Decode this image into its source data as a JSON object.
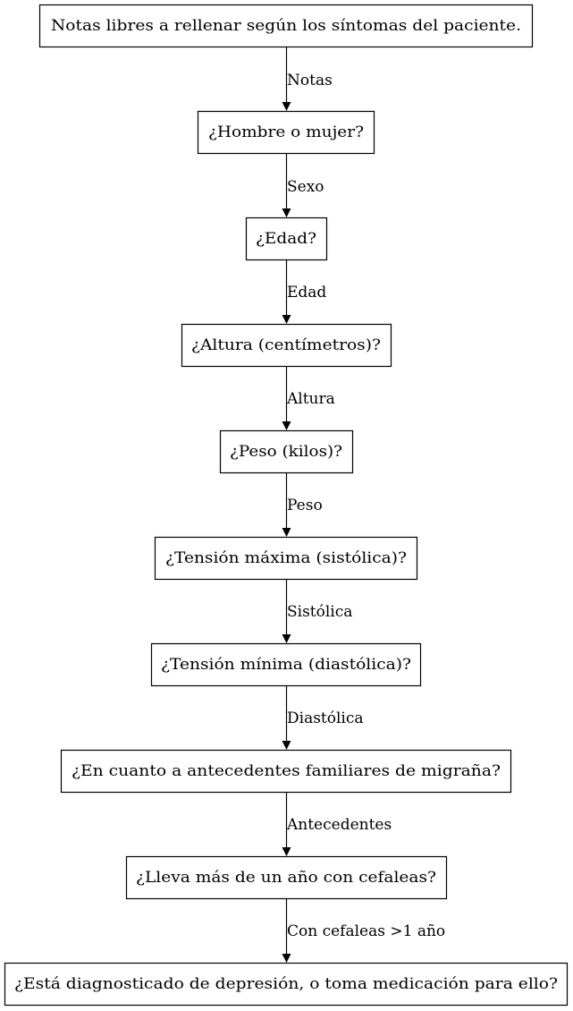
{
  "diagram": {
    "nodes": [
      {
        "id": "notas",
        "label": "Notas libres a rellenar según los síntomas del paciente."
      },
      {
        "id": "sexo",
        "label": "¿Hombre o mujer?"
      },
      {
        "id": "edad",
        "label": "¿Edad?"
      },
      {
        "id": "altura",
        "label": "¿Altura (centímetros)?"
      },
      {
        "id": "peso",
        "label": "¿Peso (kilos)?"
      },
      {
        "id": "sistolica",
        "label": "¿Tensión máxima (sistólica)?"
      },
      {
        "id": "diastolica",
        "label": "¿Tensión mínima (diastólica)?"
      },
      {
        "id": "antecedentes",
        "label": "¿En cuanto a antecedentes familiares de migraña?"
      },
      {
        "id": "cefaleas",
        "label": "¿Lleva más de un año con cefaleas?"
      },
      {
        "id": "depresion",
        "label": "¿Está diagnosticado de depresión, o toma medicación para ello?"
      }
    ],
    "edges": [
      {
        "from": "notas",
        "to": "sexo",
        "label": "Notas"
      },
      {
        "from": "sexo",
        "to": "edad",
        "label": "Sexo"
      },
      {
        "from": "edad",
        "to": "altura",
        "label": "Edad"
      },
      {
        "from": "altura",
        "to": "peso",
        "label": "Altura"
      },
      {
        "from": "peso",
        "to": "sistolica",
        "label": "Peso"
      },
      {
        "from": "sistolica",
        "to": "diastolica",
        "label": "Sistólica"
      },
      {
        "from": "diastolica",
        "to": "antecedentes",
        "label": "Diastólica"
      },
      {
        "from": "antecedentes",
        "to": "cefaleas",
        "label": "Antecedentes"
      },
      {
        "from": "cefaleas",
        "to": "depresion",
        "label": "Con cefaleas >1 año"
      }
    ]
  }
}
